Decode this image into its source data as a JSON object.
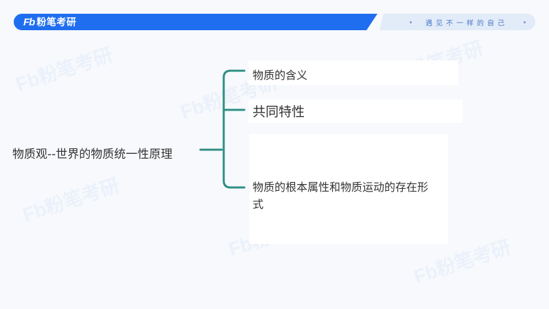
{
  "header": {
    "logo_mark": "Fb",
    "brand": "粉笔考研",
    "slogan": "遇见不一样的自己"
  },
  "mindmap": {
    "root": "物质观--世界的物质统一性原理",
    "branches": [
      {
        "label": "物质的含义"
      },
      {
        "label": "共同特性"
      },
      {
        "label": "物质的根本属性和物质运动的存在形式"
      }
    ]
  },
  "watermark": {
    "text": "Fb粉笔考研"
  },
  "colors": {
    "header_blue": "#1f6ef0",
    "branch_line": "#2f8e84"
  }
}
